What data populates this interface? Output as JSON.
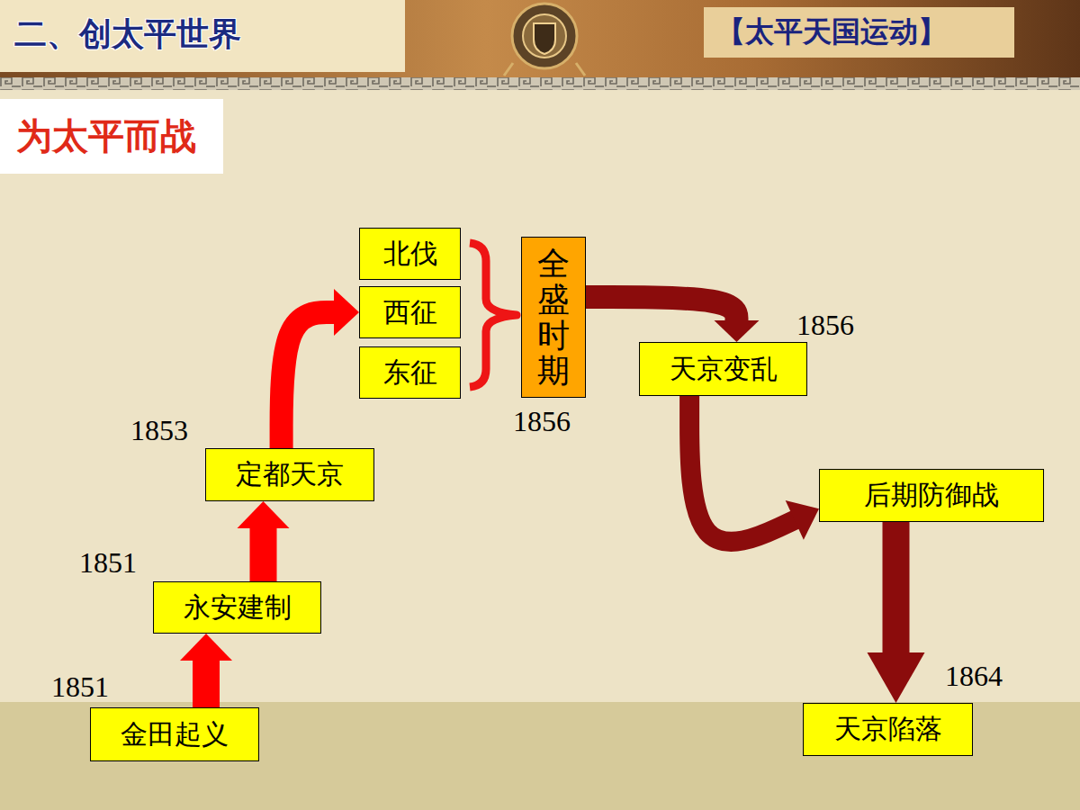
{
  "diagram": {
    "title": "二、创太平世界",
    "nodes": [
      {
        "text": [
          "金田起义"
        ]
      },
      {
        "text": [
          "永安建制"
        ]
      },
      {
        "text": [
          "定都天京"
        ]
      },
      {
        "text": [
          "北伐"
        ]
      },
      {
        "text": [
          "西征"
        ]
      },
      {
        "text": [
          "东征"
        ]
      },
      {
        "text": [
          "全盛时期"
        ]
      },
      {
        "text": [
          "天京变乱"
        ]
      },
      {
        "text": [
          "后期防御战"
        ]
      },
      {
        "text": [
          "天京陷落"
        ]
      }
    ],
    "edges": [
      {
        "from": 0,
        "to": 1,
        "arrow": "to"
      },
      {
        "from": 1,
        "to": 2,
        "arrow": "to"
      },
      {
        "from": 2,
        "to": 4,
        "arrow": "to"
      },
      {
        "from": 6,
        "to": 7,
        "arrow": "to"
      },
      {
        "from": 7,
        "to": 8,
        "arrow": "to"
      },
      {
        "from": 8,
        "to": 9,
        "arrow": "to"
      }
    ],
    "labels": [
      "【太平天国运动】",
      "为太平而战",
      "1851",
      "1851",
      "1853",
      "1856",
      "1856",
      "1864"
    ]
  }
}
